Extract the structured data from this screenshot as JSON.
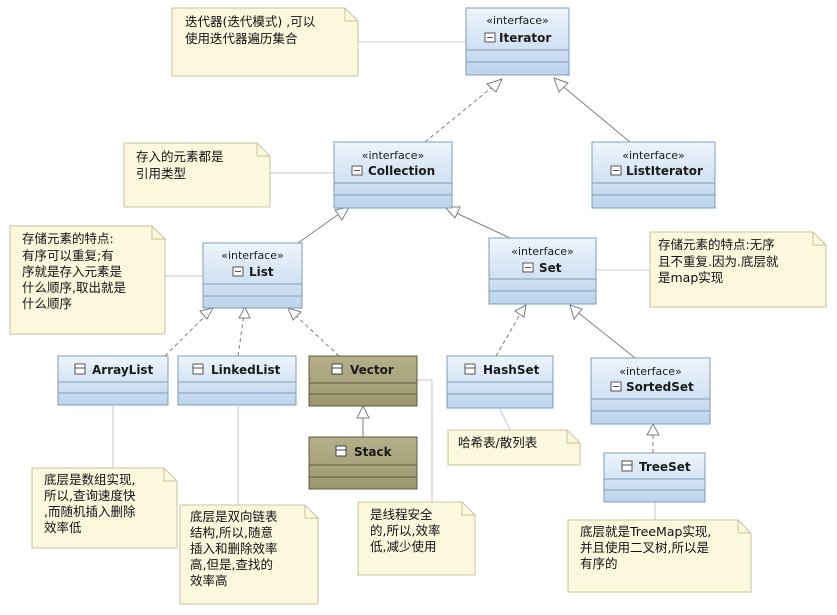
{
  "classes": {
    "iterator": {
      "stereotype": "«interface»",
      "name": "Iterator"
    },
    "collection": {
      "stereotype": "«interface»",
      "name": "Collection"
    },
    "list_iterator": {
      "stereotype": "«interface»",
      "name": "ListIterator"
    },
    "list": {
      "stereotype": "«interface»",
      "name": "List"
    },
    "set": {
      "stereotype": "«interface»",
      "name": "Set"
    },
    "array_list": {
      "name": "ArrayList"
    },
    "linked_list": {
      "name": "LinkedList"
    },
    "vector": {
      "name": "Vector"
    },
    "stack": {
      "name": "Stack"
    },
    "hash_set": {
      "name": "HashSet"
    },
    "sorted_set": {
      "stereotype": "«interface»",
      "name": "SortedSet"
    },
    "tree_set": {
      "name": "TreeSet"
    }
  },
  "notes": {
    "iterator_note": [
      "迭代器(迭代模式) ,可以",
      "使用迭代器遍历集合"
    ],
    "collection_note": [
      "存入的元素都是",
      "引用类型"
    ],
    "list_note": [
      "存储元素的特点:",
      "有序可以重复;有",
      "序就是存入元素是",
      "什么顺序,取出就是",
      "什么顺序"
    ],
    "set_note": [
      "存储元素的特点:无序",
      "且不重复.因为.底层就",
      "是map实现"
    ],
    "array_list_note": [
      "底层是数组实现,",
      "所以,查询速度快",
      ",而随机插入删除",
      "效率低"
    ],
    "linked_list_note": [
      "底层是双向链表",
      "结构,所以,随意",
      "插入和删除效率",
      "高,但是,查找的",
      "效率高"
    ],
    "vector_note": [
      "是线程安全",
      "的,所以,效率",
      "低,减少使用"
    ],
    "hash_set_note": [
      "哈希表/散列表"
    ],
    "tree_set_note": [
      "底层就是TreeMap实现,",
      "并且使用二叉树,所以是",
      "有序的"
    ]
  },
  "colors": {
    "interface_fill_top": "#e4eff9",
    "interface_fill_bottom": "#bcd5ee",
    "interface_border": "#7f9db9",
    "legacy_fill": "#a6a079",
    "legacy_border": "#5f5b42",
    "note_fill": "#fbf8dd",
    "note_border": "#c9c39a",
    "connector": "#7f7f7f"
  },
  "icons": {
    "interface_icon": "interface-icon",
    "class_icon": "class-icon"
  }
}
